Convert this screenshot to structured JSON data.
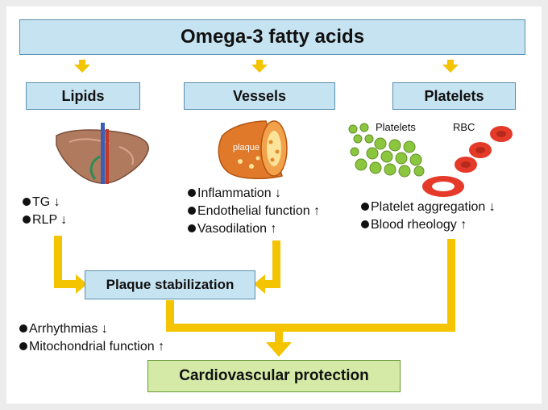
{
  "title": "Omega-3 fatty acids",
  "categories": {
    "lipids": "Lipids",
    "vessels": "Vessels",
    "platelets": "Platelets"
  },
  "lipid_effects": [
    "TG ↓",
    "RLP ↓"
  ],
  "vessel_effects": [
    "Inflammation ↓",
    "Endothelial function ↑",
    "Vasodilation ↑"
  ],
  "platelet_effects": [
    "Platelet aggregation ↓",
    "Blood rheology ↑"
  ],
  "other_effects": [
    "Arrhythmias ↓",
    "Mitochondrial function ↑"
  ],
  "plaque_stabilization": "Plaque stabilization",
  "outcome": "Cardiovascular protection",
  "image_labels": {
    "plaque": "plaque",
    "platelets": "Platelets",
    "rbc": "RBC"
  },
  "colors": {
    "box_fill": "#c6e3f1",
    "outcome_fill": "#d4eaa6",
    "arrow": "#f5c400",
    "liver": "#b07a5e",
    "platelet": "#8cc63f",
    "rbc": "#e53a2a"
  }
}
